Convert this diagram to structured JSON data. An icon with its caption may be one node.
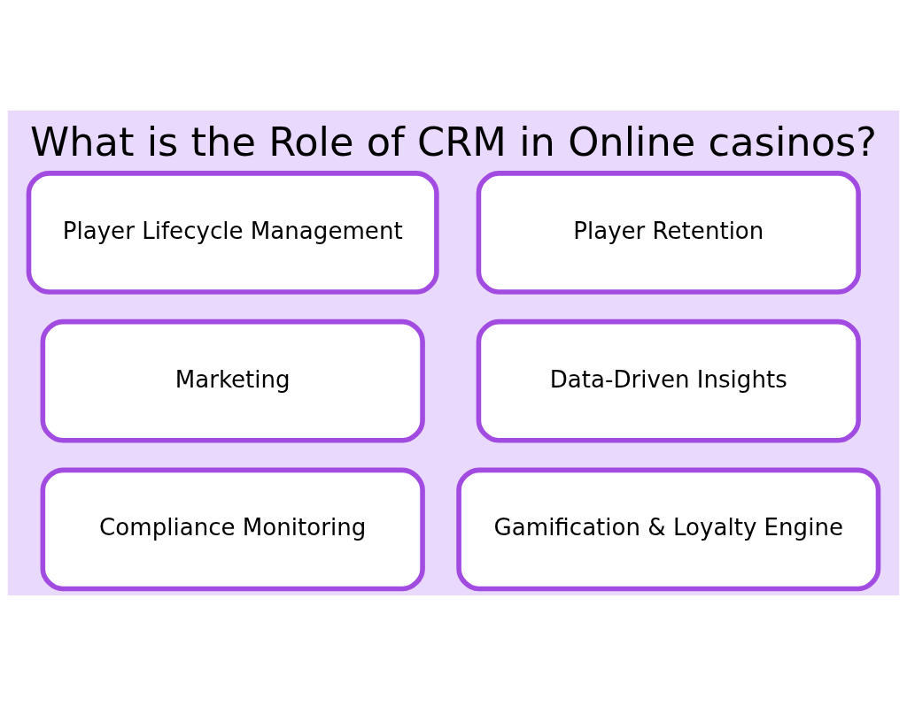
{
  "diagram": {
    "title": "What is the Role of CRM in Online casinos?",
    "nodes": [
      {
        "text": [
          "Player Lifecycle Management"
        ]
      },
      {
        "text": [
          "Player Retention"
        ]
      },
      {
        "text": [
          "Marketing"
        ]
      },
      {
        "text": [
          "Data-Driven Insights"
        ]
      },
      {
        "text": [
          "Compliance Monitoring"
        ]
      },
      {
        "text": [
          "Gamification & Loyalty Engine"
        ]
      }
    ],
    "edges": []
  }
}
